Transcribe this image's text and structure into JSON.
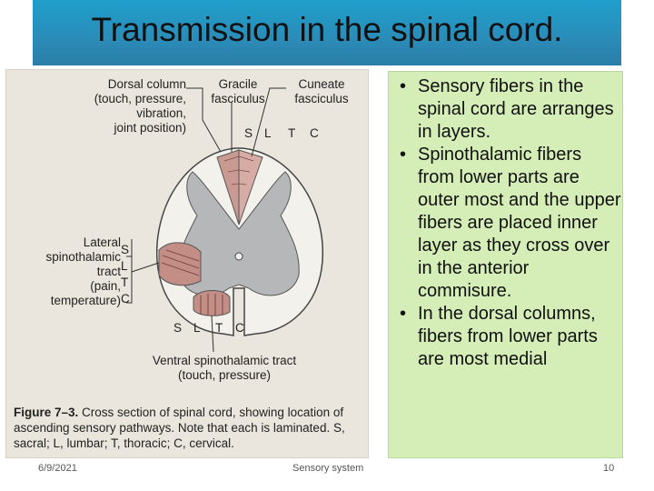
{
  "slide": {
    "title": "Transmission in the spinal cord.",
    "footer_date": "6/9/2021",
    "footer_center": "Sensory system",
    "page_number": "10"
  },
  "figure": {
    "dorsal_column": "Dorsal column\n(touch, pressure,\nvibration,\njoint position)",
    "gracile": "Gracile\nfasciculus",
    "cuneate": "Cuneate\nfasciculus",
    "top_letters": [
      "S",
      "L",
      "T",
      "C"
    ],
    "lateral": "Lateral\nspinothalamic\ntract\n(pain,\ntemperature)",
    "side_letters": [
      "S",
      "L",
      "T",
      "C"
    ],
    "bottom_letters": [
      "S",
      "L",
      "T",
      "C"
    ],
    "ventral": "Ventral spinothalamic tract\n(touch, pressure)",
    "caption_label": "Figure 7–3.",
    "caption_text": " Cross section of spinal cord, showing location of ascending sensory pathways. Note that each is laminated. S, sacral; L, lumbar; T, thoracic; C, cervical."
  },
  "bullets": [
    "Sensory fibers in the spinal cord are arranges in layers.",
    "Spinothalamic fibers from lower parts are outer most and the upper fibers are placed inner layer as they cross over in the anterior commisure.",
    "In the dorsal columns, fibers from lower parts are most medial"
  ],
  "bullet_symbol": "•"
}
